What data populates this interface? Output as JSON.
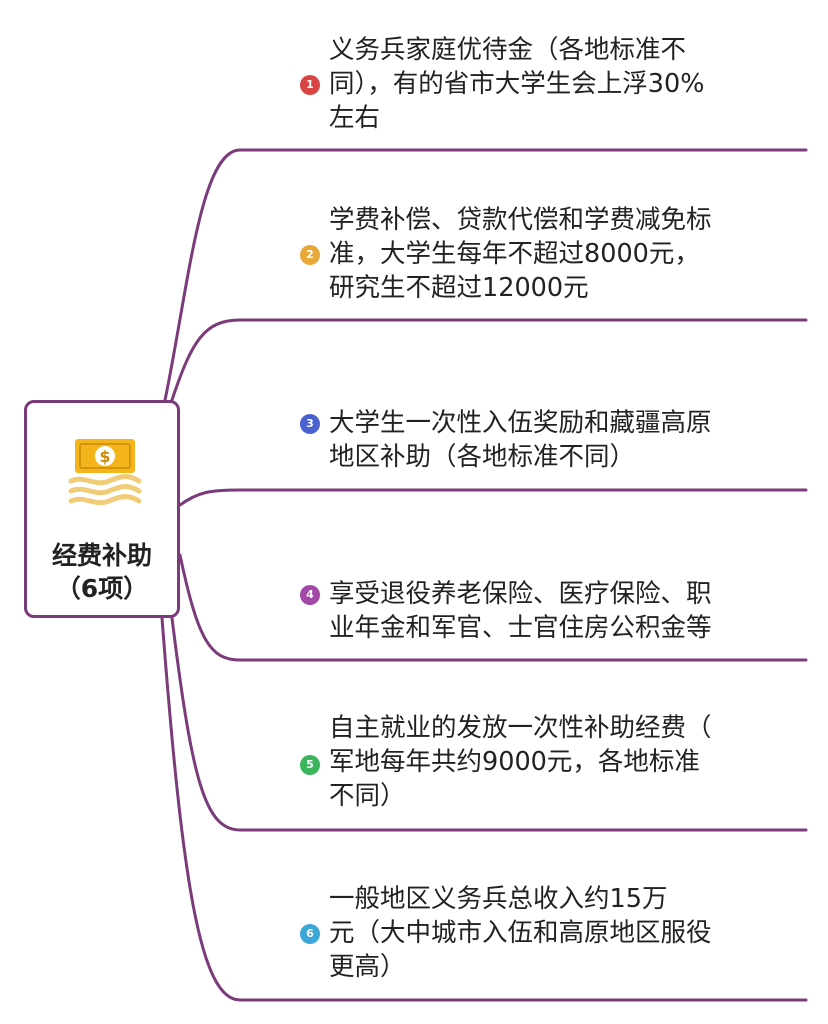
{
  "colors": {
    "connector": "#7b3b7a",
    "badges": [
      "#d94444",
      "#e8a83a",
      "#4a62cf",
      "#a347a8",
      "#3bb55b",
      "#3ba7d9"
    ],
    "icon_bill": "#f3b51b",
    "icon_waves": "#f1cc78"
  },
  "root": {
    "title_line1": "经费补助",
    "title_line2": "（6项）",
    "icon": "money-bill-icon",
    "icon_symbol": "$"
  },
  "branches": [
    {
      "number": "1",
      "text": "义务兵家庭优待金（各地标准不\n同），有的省市大学生会上浮30%\n左右"
    },
    {
      "number": "2",
      "text": "学费补偿、贷款代偿和学费减免标\n准，大学生每年不超过8000元，\n研究生不超过12000元"
    },
    {
      "number": "3",
      "text": "大学生一次性入伍奖励和藏疆高原\n地区补助（各地标准不同）"
    },
    {
      "number": "4",
      "text": "享受退役养老保险、医疗保险、职\n业年金和军官、士官住房公积金等"
    },
    {
      "number": "5",
      "text": "自主就业的发放一次性补助经费（\n军地每年共约9000元，各地标准\n不同）"
    },
    {
      "number": "6",
      "text": "一般地区义务兵总收入约15万\n元（大中城市入伍和高原地区服役\n更高）"
    }
  ]
}
